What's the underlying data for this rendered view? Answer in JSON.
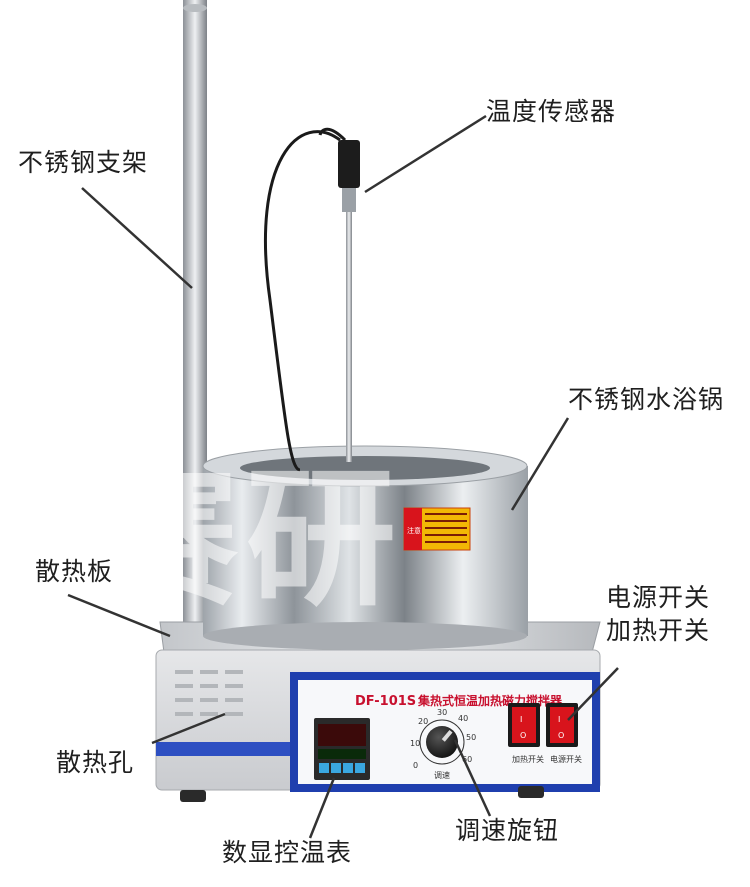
{
  "callouts": {
    "stand": "不锈钢支架",
    "sensor": "温度传感器",
    "bath": "不锈钢水浴锅",
    "plate": "散热板",
    "switches_line1": "电源开关",
    "switches_line2": "加热开关",
    "vents": "散热孔",
    "display": "数显控温表",
    "knob": "调速旋钮"
  },
  "device": {
    "model": "DF-101S",
    "name": "集热式恒温加热磁力搅拌器",
    "knob_label": "调速",
    "dial_marks": [
      "0",
      "10",
      "20",
      "30",
      "40",
      "50",
      "60"
    ],
    "heat_switch_label": "加热开关",
    "power_switch_label": "电源开关",
    "switch_symbols": {
      "on": "I",
      "off": "O"
    },
    "warning_title": "注意",
    "colors": {
      "panel_blue": "#1f3fae",
      "switch_red": "#d8141c",
      "label_red": "#c8102e",
      "display_digits": "#ff3b2f"
    }
  },
  "watermark": "赛研"
}
